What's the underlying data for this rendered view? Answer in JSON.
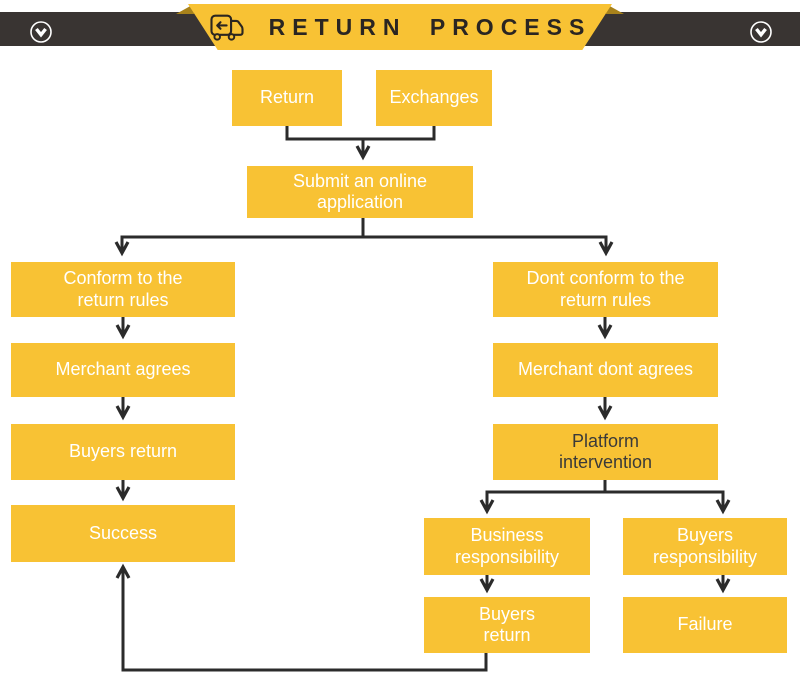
{
  "header": {
    "title": "RETURN PROCESS",
    "icons": {
      "banner_icon": "return-truck-icon",
      "left_icon": "chevron-down-circle-icon",
      "right_icon": "chevron-down-circle-icon"
    },
    "colors": {
      "banner_yellow": "#F8C234",
      "bar_dark": "#393432",
      "fold_dark": "#A8821B",
      "title_text": "#2A2522"
    }
  },
  "flowchart": {
    "colors": {
      "node_fill": "#F8C234",
      "node_text": "#FFFFFF",
      "platform_text": "#3A3A3A",
      "connector": "#2B2B2B"
    },
    "nodes": {
      "return": "Return",
      "exchanges": "Exchanges",
      "submit": "Submit an online\napplication",
      "conform": "Conform to the\nreturn rules",
      "merchant_agrees": "Merchant agrees",
      "buyers_return": "Buyers return",
      "success": "Success",
      "dont_conform": "Dont conform to the\nreturn rules",
      "merchant_dont_agrees": "Merchant dont agrees",
      "platform_intervention": "Platform\nintervention",
      "business_responsibility": "Business\nresponsibility",
      "buyers_responsibility": "Buyers\nresponsibility",
      "buyers_return_2": "Buyers\nreturn",
      "failure": "Failure"
    }
  }
}
